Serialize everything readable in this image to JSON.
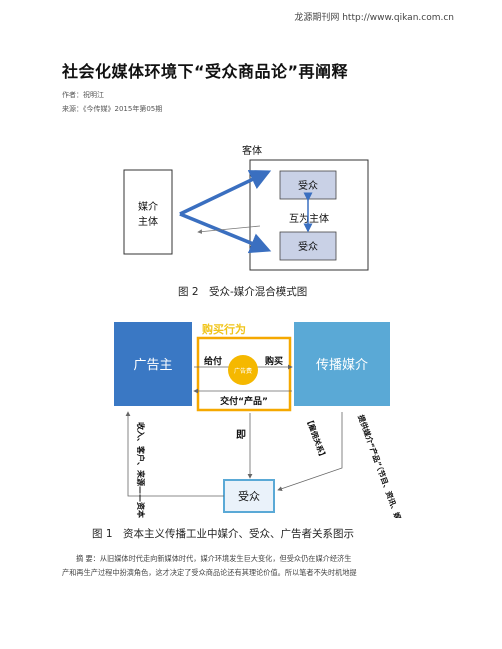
{
  "header": {
    "site": "龙源期刊网 http://www.qikan.com.cn"
  },
  "article": {
    "title": "社会化媒体环境下“受众商品论”再阐释",
    "author": "作者：祝明江",
    "source": "来源：《今传媒》2015年第05期"
  },
  "figure2": {
    "caption": "图 2　受众-媒介混合模式图",
    "object_label": "客体",
    "media_label": "媒介",
    "subject_label": "主体",
    "audience_top": "受众",
    "mutual_label": "互为主体",
    "audience_bottom": "受众"
  },
  "figure1": {
    "caption": "图 1　资本主义传播工业中媒介、受众、广告者关系图示",
    "buying_behavior": "购买行为",
    "advertiser": "广告主",
    "media": "传播媒介",
    "pay": "给付",
    "buy": "购买",
    "product_circle": "广告费",
    "deliver": "交付“产品”",
    "that_is": "即",
    "audience": "受众",
    "left_arrow_text": "收入、客户、来源——资本积累",
    "right_arrow_text": "提供媒介“产品”（节目、资讯、娱乐等）",
    "middle_arrow_text": "【雇佣关系】"
  },
  "abstract": {
    "line1": "摘 要：从旧媒体时代走向新媒体时代，媒介环境发生巨大变化，但受众仍在媒介经济生",
    "line2": "产和再生产过程中扮演角色，这才决定了受众商品论还有其理论价值。所以笔者不失时机地提"
  },
  "colors": {
    "blue": "#3a78c4",
    "teal": "#5aa9d6",
    "yellow": "#f0c419",
    "gold": "#f5a800",
    "box_fill": "#c9d1e6"
  }
}
